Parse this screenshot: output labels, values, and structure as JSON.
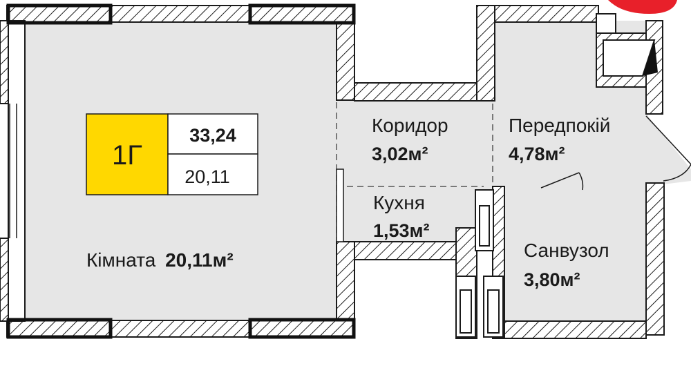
{
  "apartment": {
    "type_code": "1Г",
    "total_area": "33,24",
    "living_area": "20,11",
    "badge_color": "#FFD800"
  },
  "rooms": {
    "room": {
      "name": "Кімната",
      "area": "20,11м²"
    },
    "corridor": {
      "name": "Коридор",
      "area": "3,02м²"
    },
    "hall": {
      "name": "Передпокій",
      "area": "4,78м²"
    },
    "kitchen": {
      "name": "Кухня",
      "area": "1,53м²"
    },
    "bathroom": {
      "name": "Санвузол",
      "area": "3,80м²"
    }
  },
  "colors": {
    "floor": "#e6e6e6",
    "wall": "#1a1a1a",
    "badge_corner": "#e8202a"
  }
}
